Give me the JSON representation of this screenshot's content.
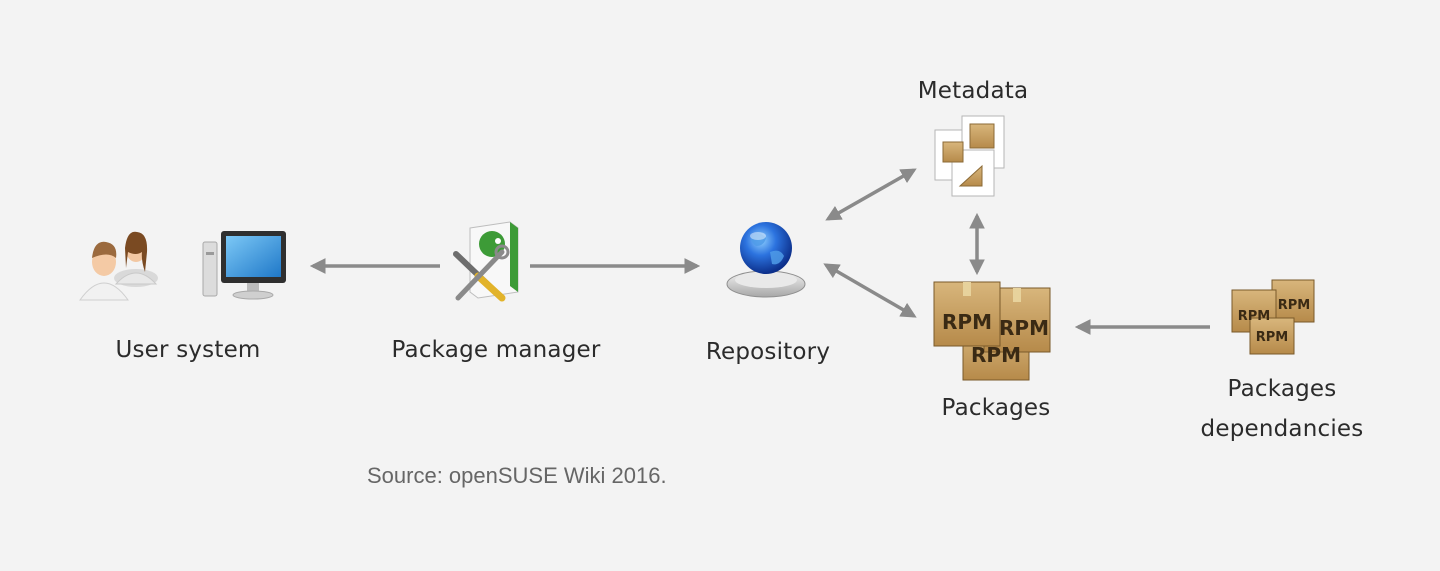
{
  "nodes": {
    "user_system": {
      "label": "User system"
    },
    "package_manager": {
      "label": "Package manager"
    },
    "repository": {
      "label": "Repository"
    },
    "metadata": {
      "label": "Metadata"
    },
    "packages": {
      "label": "Packages",
      "box_text": "RPM"
    },
    "dependencies": {
      "label_line1": "Packages",
      "label_line2": "dependancies",
      "box_text": "RPM"
    }
  },
  "caption": "Source: openSUSE Wiki 2016.",
  "colors": {
    "background": "#f3f3f3",
    "arrow": "#8a8a8a",
    "label": "#2b2b2b",
    "caption": "#666666",
    "box": "#c9a56a",
    "monitor_screen": "#3a9de0",
    "globe": "#1e56c8",
    "opensuse_green": "#3d9b37"
  },
  "icons": [
    "users-icon",
    "computer-icon",
    "package-manager-icon",
    "globe-icon",
    "metadata-files-icon",
    "rpm-boxes-icon"
  ]
}
